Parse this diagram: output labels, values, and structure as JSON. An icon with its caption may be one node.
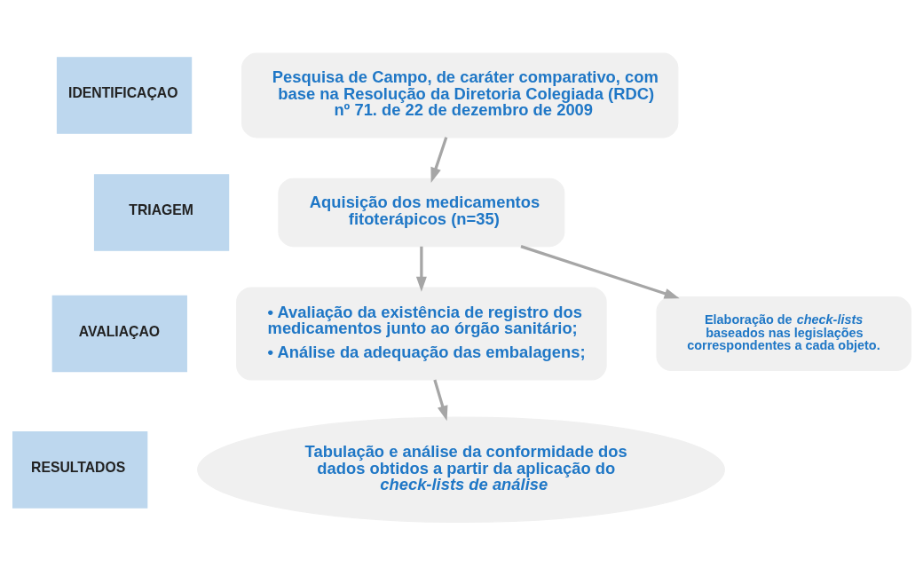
{
  "diagram": {
    "nodes": [
      {
        "text": [
          "IDENTIFICAÇAO"
        ]
      },
      {
        "text": [
          "TRIAGEM"
        ]
      },
      {
        "text": [
          "AVALIAÇAO"
        ]
      },
      {
        "text": [
          "RESULTADOS"
        ]
      },
      {
        "text": [
          "Pesquisa de Campo, de caráter comparativo, com base na Resolução da Diretoria Colegiada (RDC) nº 71. de 22 de dezembro de 2009"
        ]
      },
      {
        "text": [
          "Aquisição dos medicamentos fitoterápicos (n=35)"
        ]
      },
      {
        "text": [
          "Elaboração de *check-lists* baseados nas legislações correspondentes a cada objeto."
        ]
      },
      {
        "text": [
          "• Avaliação da existência de registro dos medicamentos junto ao órgão sanitário;",
          "• Análise da adequação das embalagens;"
        ]
      },
      {
        "text": [
          "Tabulação e análise da conformidade dos dados obtidos a partir da aplicação do *check-lists de análise*"
        ]
      }
    ],
    "edges": [
      {
        "from": 4,
        "to": 5,
        "arrow": "to"
      },
      {
        "from": 5,
        "to": 7,
        "arrow": "to"
      },
      {
        "from": 5,
        "to": 6,
        "arrow": "to"
      },
      {
        "from": 7,
        "to": 8,
        "arrow": "to"
      }
    ]
  }
}
